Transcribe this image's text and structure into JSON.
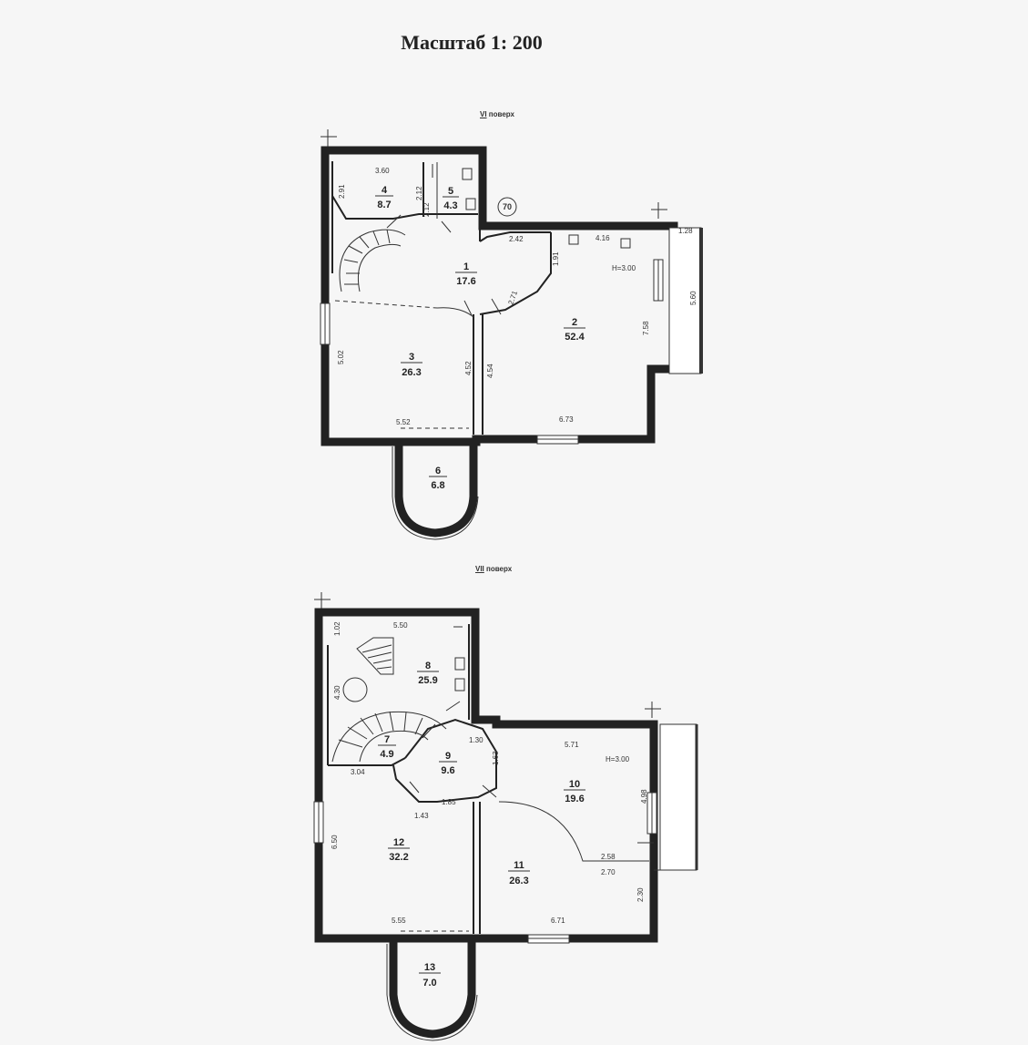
{
  "title": "Масштаб 1: 200",
  "floors": [
    {
      "label_num": "VI",
      "label_text": " поверх",
      "height": "H=3.00",
      "axis": "70",
      "rooms": [
        {
          "num": "1",
          "area": "17.6"
        },
        {
          "num": "2",
          "area": "52.4"
        },
        {
          "num": "3",
          "area": "26.3"
        },
        {
          "num": "4",
          "area": "8.7"
        },
        {
          "num": "5",
          "area": "4.3"
        },
        {
          "num": "6",
          "area": "6.8"
        }
      ],
      "dims": [
        "3.60",
        "2.91",
        "2.12",
        "2.12",
        "2.42",
        "4.16",
        "1.28",
        "1.91",
        "2.71",
        "5.60",
        "7.58",
        "5.02",
        "4.52",
        "4.54",
        "5.52",
        "6.73"
      ]
    },
    {
      "label_num": "VII",
      "label_text": " поверх",
      "height": "H=3.00",
      "rooms": [
        {
          "num": "7",
          "area": "4.9"
        },
        {
          "num": "8",
          "area": "25.9"
        },
        {
          "num": "9",
          "area": "9.6"
        },
        {
          "num": "10",
          "area": "19.6"
        },
        {
          "num": "11",
          "area": "26.3"
        },
        {
          "num": "12",
          "area": "32.2"
        },
        {
          "num": "13",
          "area": "7.0"
        }
      ],
      "dims": [
        "1.02",
        "5.50",
        "4.30",
        "1.30",
        "5.71",
        "1.63",
        "3.04",
        "1.85",
        "1.43",
        "4.98",
        "6.50",
        "2.58",
        "2.70",
        "2.30",
        "5.55",
        "6.71"
      ]
    }
  ]
}
